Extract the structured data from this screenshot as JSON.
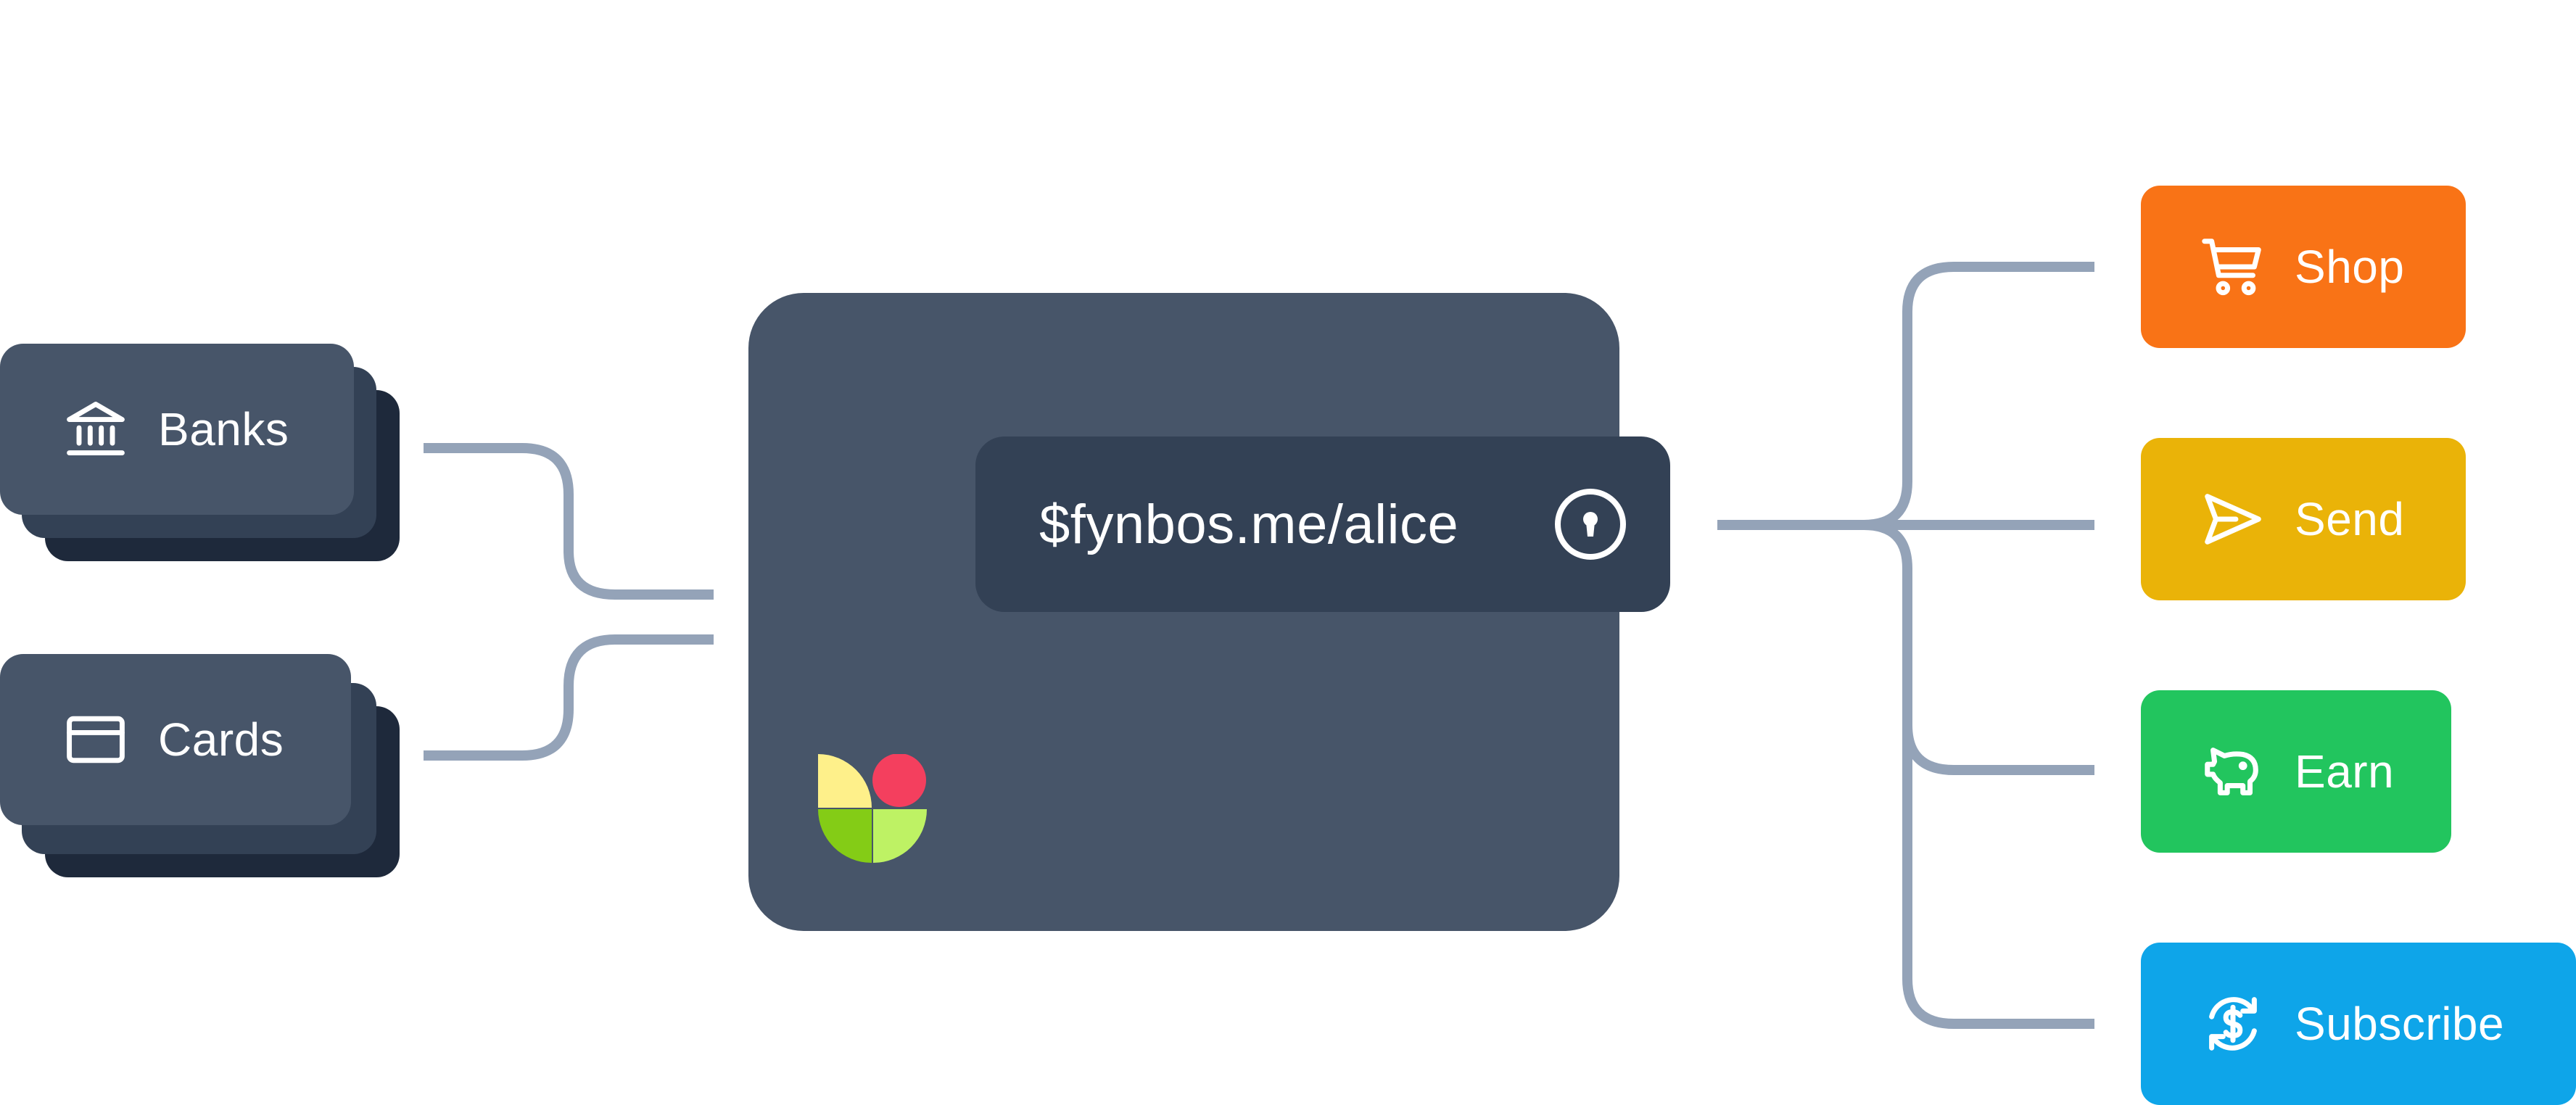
{
  "sources": [
    {
      "label": "Banks",
      "icon": "bank-icon"
    },
    {
      "label": "Cards",
      "icon": "credit-card-icon"
    }
  ],
  "wallet": {
    "address": "$fynbos.me/alice",
    "lock_icon": "keyhole-lock-icon",
    "logo_icon": "fynbos-logo-icon"
  },
  "services": [
    {
      "label": "Shop",
      "icon": "shopping-cart-icon",
      "color": "#f97316"
    },
    {
      "label": "Send",
      "icon": "send-icon",
      "color": "#eab308"
    },
    {
      "label": "Earn",
      "icon": "piggy-bank-icon",
      "color": "#22c55e"
    },
    {
      "label": "Subscribe",
      "icon": "currency-refresh-icon",
      "color": "#0ea5e9"
    }
  ],
  "colors": {
    "connector": "#94a3b8",
    "card_front": "#475569",
    "card_middle": "#334155",
    "card_back": "#1e293b",
    "wallet": "#475569",
    "address_bar": "#334155"
  }
}
